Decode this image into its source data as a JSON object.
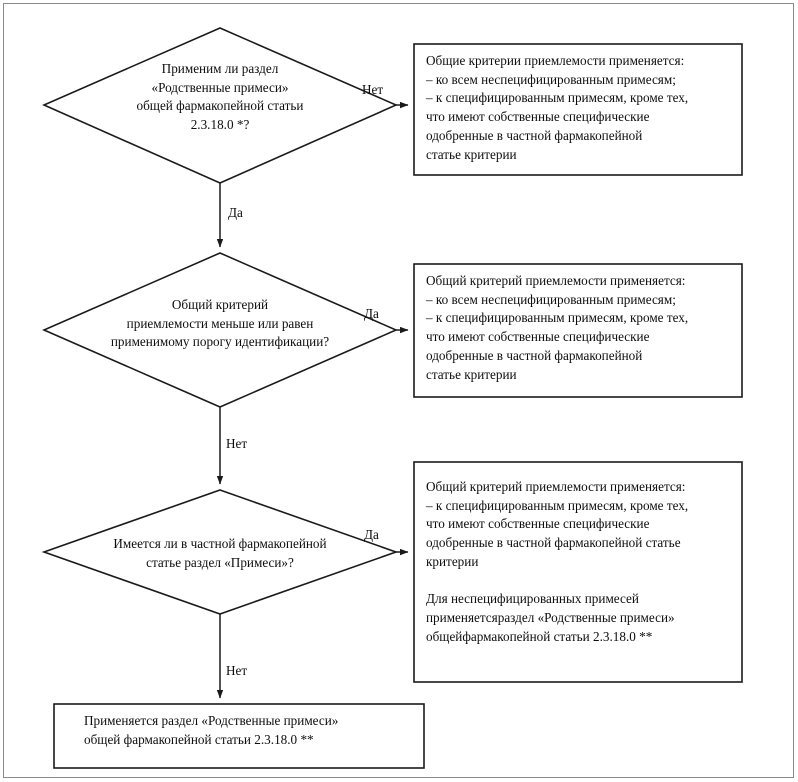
{
  "diagram": {
    "type": "flowchart",
    "title_visible": false,
    "language": "ru",
    "colors": {
      "stroke": "#1a1a1a",
      "text": "#0d0d0d",
      "background": "#ffffff",
      "frame": "#8a8a8a"
    },
    "nodes": [
      {
        "id": "d1",
        "shape": "diamond",
        "text": "Применим ли раздел\n«Родственные примеси»\nобщей фармакопейной статьи\n2.3.18.0 *?"
      },
      {
        "id": "d2",
        "shape": "diamond",
        "text": "Общий критерий\nприемлемости меньше или равен\nприменимому порогу идентификации?"
      },
      {
        "id": "d3",
        "shape": "diamond",
        "text": "Имеется ли в частной фармакопейной\nстатье раздел «Примеси»?"
      },
      {
        "id": "b1",
        "shape": "rect",
        "text": "Общие критерии приемлемости применяется:\n– ко всем неспецифицированным примесям;\n– к специфицированным примесям, кроме тех,\nчто имеют собственные специфические\nодобренные в частной фармакопейной\nстатье критерии"
      },
      {
        "id": "b2",
        "shape": "rect",
        "text": "Общий критерий приемлемости применяется:\n– ко всем неспецифицированным примесям;\n– к специфицированным примесям, кроме тех,\nчто имеют собственные специфические\nодобренные в частной фармакопейной\nстатье критерии"
      },
      {
        "id": "b3",
        "shape": "rect",
        "text": "Общий критерий приемлемости применяется:\n– к специфицированным примесям, кроме тех,\nчто имеют собственные специфические\nодобренные в частной фармакопейной статье\nкритерии\n\nДля неспецифицированных примесей\n применяетсяраздел «Родственные примеси»\nобщейфармакопейной статьи 2.3.18.0  **"
      },
      {
        "id": "b4",
        "shape": "rect",
        "text": "Применяется раздел «Родственные примеси»\nобщей фармакопейной статьи  2.3.18.0 **"
      }
    ],
    "edges": [
      {
        "id": "e1",
        "from": "d1",
        "to": "b1",
        "label": "Нет",
        "direction": "right"
      },
      {
        "id": "e2",
        "from": "d1",
        "to": "d2",
        "label": "Да",
        "direction": "down"
      },
      {
        "id": "e3",
        "from": "d2",
        "to": "b2",
        "label": "Да",
        "direction": "right"
      },
      {
        "id": "e4",
        "from": "d2",
        "to": "d3",
        "label": "Нет",
        "direction": "down"
      },
      {
        "id": "e5",
        "from": "d3",
        "to": "b3",
        "label": "Да",
        "direction": "right"
      },
      {
        "id": "e6",
        "from": "d3",
        "to": "b4",
        "label": "Нет",
        "direction": "down"
      }
    ]
  }
}
